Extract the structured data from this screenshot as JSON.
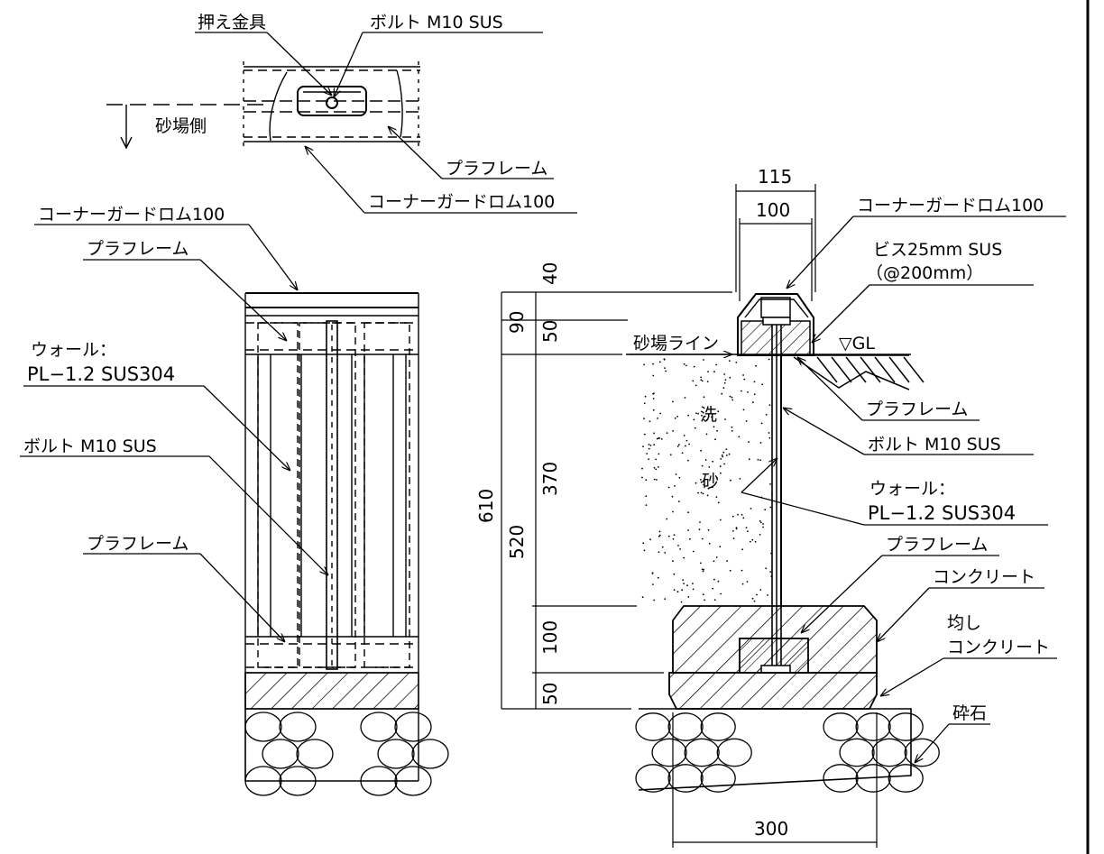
{
  "plan": {
    "label_clamp": "押え金具",
    "label_bolt": "ボルト M10 SUS",
    "label_sand_side": "砂場側",
    "label_pla_frame": "プラフレーム",
    "label_corner_guard": "コーナーガードロム100"
  },
  "elevation": {
    "label_corner_guard": "コーナーガードロム100",
    "label_pla_frame_top": "プラフレーム",
    "label_wall_1": "ウォール：",
    "label_wall_2": "PL−1.2 SUS304",
    "label_bolt": "ボルト M10 SUS",
    "label_pla_frame_bottom": "プラフレーム"
  },
  "section": {
    "label_corner_guard": "コーナーガードロム100",
    "label_screw_1": "ビス25mm SUS",
    "label_screw_2": "（@200mm）",
    "label_gl": "▽GL",
    "label_sand_line": "砂場ライン",
    "label_pla_frame_1": "プラフレーム",
    "label_bolt": "ボルト M10 SUS",
    "label_wall_1": "ウォール：",
    "label_wall_2": "PL−1.2 SUS304",
    "label_pla_frame_2": "プラフレーム",
    "label_concrete": "コンクリート",
    "label_leveling_1": "均し",
    "label_leveling_2": "コンクリート",
    "label_crushed_stone": "砕石",
    "label_washed_1": "洗",
    "label_washed_2": "砂"
  },
  "dimensions": {
    "d115": "115",
    "d100": "100",
    "d40": "40",
    "d90": "90",
    "d50a": "50",
    "d610": "610",
    "d370": "370",
    "d520": "520",
    "d100b": "100",
    "d50b": "50",
    "d300": "300"
  },
  "colors": {
    "line": "#000000",
    "background": "#ffffff"
  }
}
